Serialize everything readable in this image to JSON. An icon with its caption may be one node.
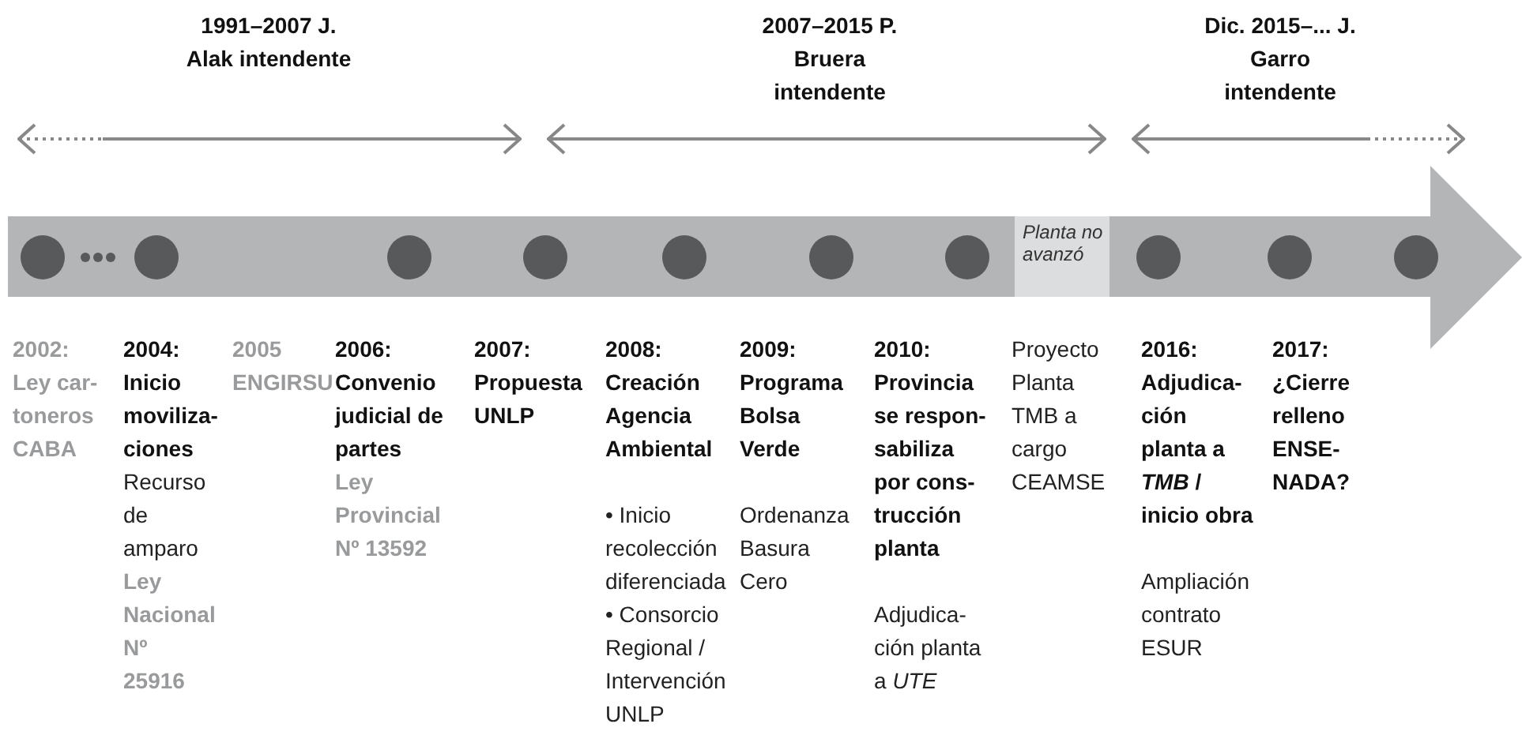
{
  "diagram": {
    "nodes": [
      {
        "text": [
          "Planta no avanzó"
        ]
      }
    ],
    "labels": [
      "1991–2007 J. Alak intendente",
      "2007–2015 P. Bruera intendente",
      "Dic. 2015–... J. Garro intendente",
      "2002: Ley car- toneros CABA",
      "2004: Inicio moviliza- ciones",
      "Recurso de amparo",
      "Ley Nacional Nº 25916",
      "2005 ENGIRSU",
      "2006: Convenio judicial de partes",
      "Ley Provincial Nº 13592",
      "2007: Propuesta UNLP",
      "2008: Creación Agencia Ambiental",
      "• Inicio recolección diferenciada",
      "• Consorcio Regional / Intervención UNLP",
      "2009: Programa Bolsa Verde",
      "Ordenanza Basura Cero",
      "2010: Provincia se respon- sabiliza por cons- trucción planta",
      "Adjudica- ción planta a *UTE*",
      "Proyecto Planta TMB a cargo CEAMSE",
      "2016: Adjudica- ción planta a *TMB* / inicio obra",
      "Ampliación contrato ESUR",
      "2017: ¿Cierre relleno ENSE- NADA?"
    ]
  }
}
